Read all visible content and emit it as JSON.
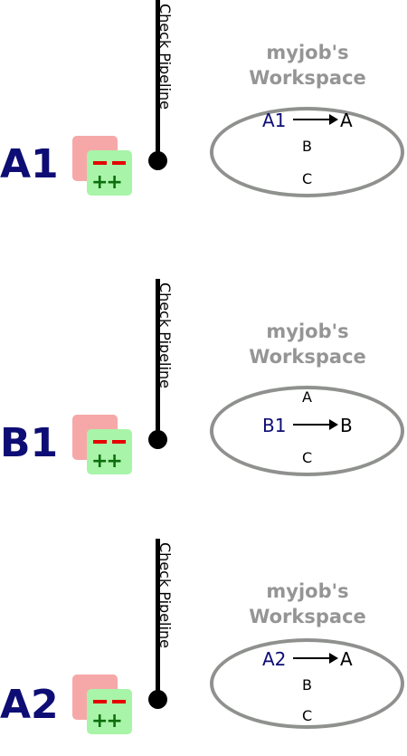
{
  "pipeline_label": "Check Pipeline",
  "workspace_title_line1": "myjob's",
  "workspace_title_line2": "Workspace",
  "diff_icon": {
    "minus_symbol": "--",
    "plus_symbol": "++"
  },
  "panels": [
    {
      "big_label": "A1",
      "job_label": "A1",
      "target": "A",
      "other1": "B",
      "other2": "C"
    },
    {
      "big_label": "B1",
      "job_label": "B1",
      "target": "B",
      "other1": "A",
      "other2": "C"
    },
    {
      "big_label": "A2",
      "job_label": "A2",
      "target": "A",
      "other1": "B",
      "other2": "C"
    }
  ],
  "colors": {
    "label_navy": "#0d0d75",
    "workspace_gray": "#959595",
    "ellipse_gray": "#8f918e",
    "diff_red": "#f6a8a8",
    "diff_green": "#a8f4a8"
  }
}
